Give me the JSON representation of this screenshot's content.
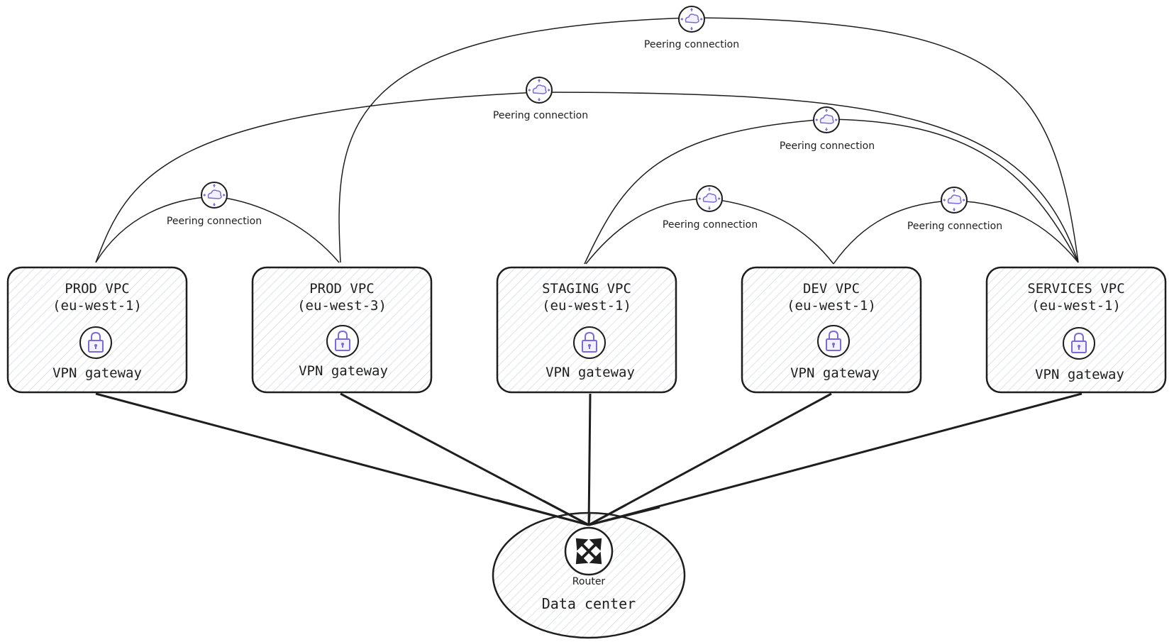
{
  "diagram": {
    "vpcs": [
      {
        "id": "prod-euw1",
        "title": "PROD VPC",
        "region": "(eu-west-1)",
        "gateway": "VPN gateway",
        "gateway_icon": "lock-icon"
      },
      {
        "id": "prod-euw3",
        "title": "PROD VPC",
        "region": "(eu-west-3)",
        "gateway": "VPN gateway",
        "gateway_icon": "lock-icon"
      },
      {
        "id": "staging-euw1",
        "title": "STAGING VPC",
        "region": "(eu-west-1)",
        "gateway": "VPN gateway",
        "gateway_icon": "lock-icon"
      },
      {
        "id": "dev-euw1",
        "title": "DEV VPC",
        "region": "(eu-west-1)",
        "gateway": "VPN gateway",
        "gateway_icon": "lock-icon"
      },
      {
        "id": "services-euw1",
        "title": "SERVICES VPC",
        "region": "(eu-west-1)",
        "gateway": "VPN gateway",
        "gateway_icon": "lock-icon"
      }
    ],
    "peerings": [
      {
        "label": "Peering connection",
        "from": "prod-euw1",
        "to": "prod-euw3",
        "icon": "cloud-router-icon"
      },
      {
        "label": "Peering connection",
        "from": "prod-euw1",
        "to": "services-euw1",
        "icon": "cloud-router-icon"
      },
      {
        "label": "Peering connection",
        "from": "prod-euw3",
        "to": "services-euw1",
        "icon": "cloud-router-icon"
      },
      {
        "label": "Peering connection",
        "from": "staging-euw1",
        "to": "services-euw1",
        "icon": "cloud-router-icon"
      },
      {
        "label": "Peering connection",
        "from": "staging-euw1",
        "to": "dev-euw1",
        "icon": "cloud-router-icon"
      },
      {
        "label": "Peering connection",
        "from": "dev-euw1",
        "to": "services-euw1",
        "icon": "cloud-router-icon"
      }
    ],
    "data_center": {
      "label": "Data center",
      "router_label": "Router",
      "router_icon": "router-arrows-icon"
    },
    "colors": {
      "stroke": "#1e1e1e",
      "hatch": "#cfd3da",
      "icon_accent": "#7b6bd8",
      "icon_fill": "#f3f0ff"
    }
  }
}
